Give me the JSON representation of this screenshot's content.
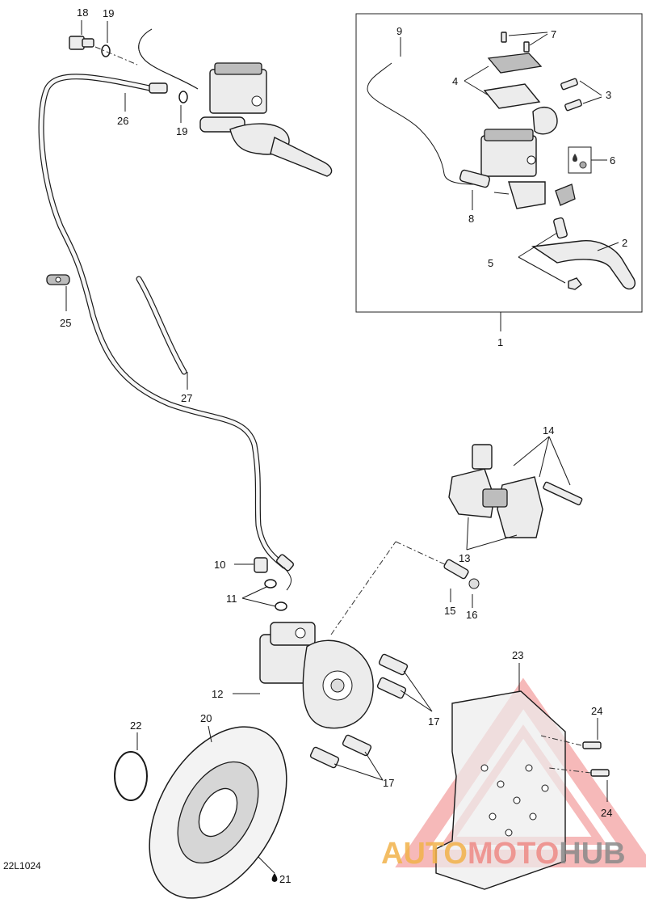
{
  "diagram": {
    "reference_code": "22L1024",
    "callouts": [
      "1",
      "2",
      "3",
      "4",
      "5",
      "6",
      "7",
      "8",
      "9",
      "10",
      "11",
      "12",
      "13",
      "14",
      "15",
      "16",
      "17",
      "17",
      "18",
      "19",
      "19",
      "20",
      "21",
      "22",
      "23",
      "24",
      "24",
      "25",
      "26",
      "27"
    ],
    "watermark": {
      "text_part1": "AUTO",
      "text_part2": "MOTO",
      "text_part3": "HUB",
      "colors": {
        "part1": "#f2b24a",
        "part2": "#ee8a86",
        "part3": "#8a8a8a",
        "triangle": "#f08080"
      }
    },
    "icons": [
      "oil-drop-icon"
    ]
  }
}
